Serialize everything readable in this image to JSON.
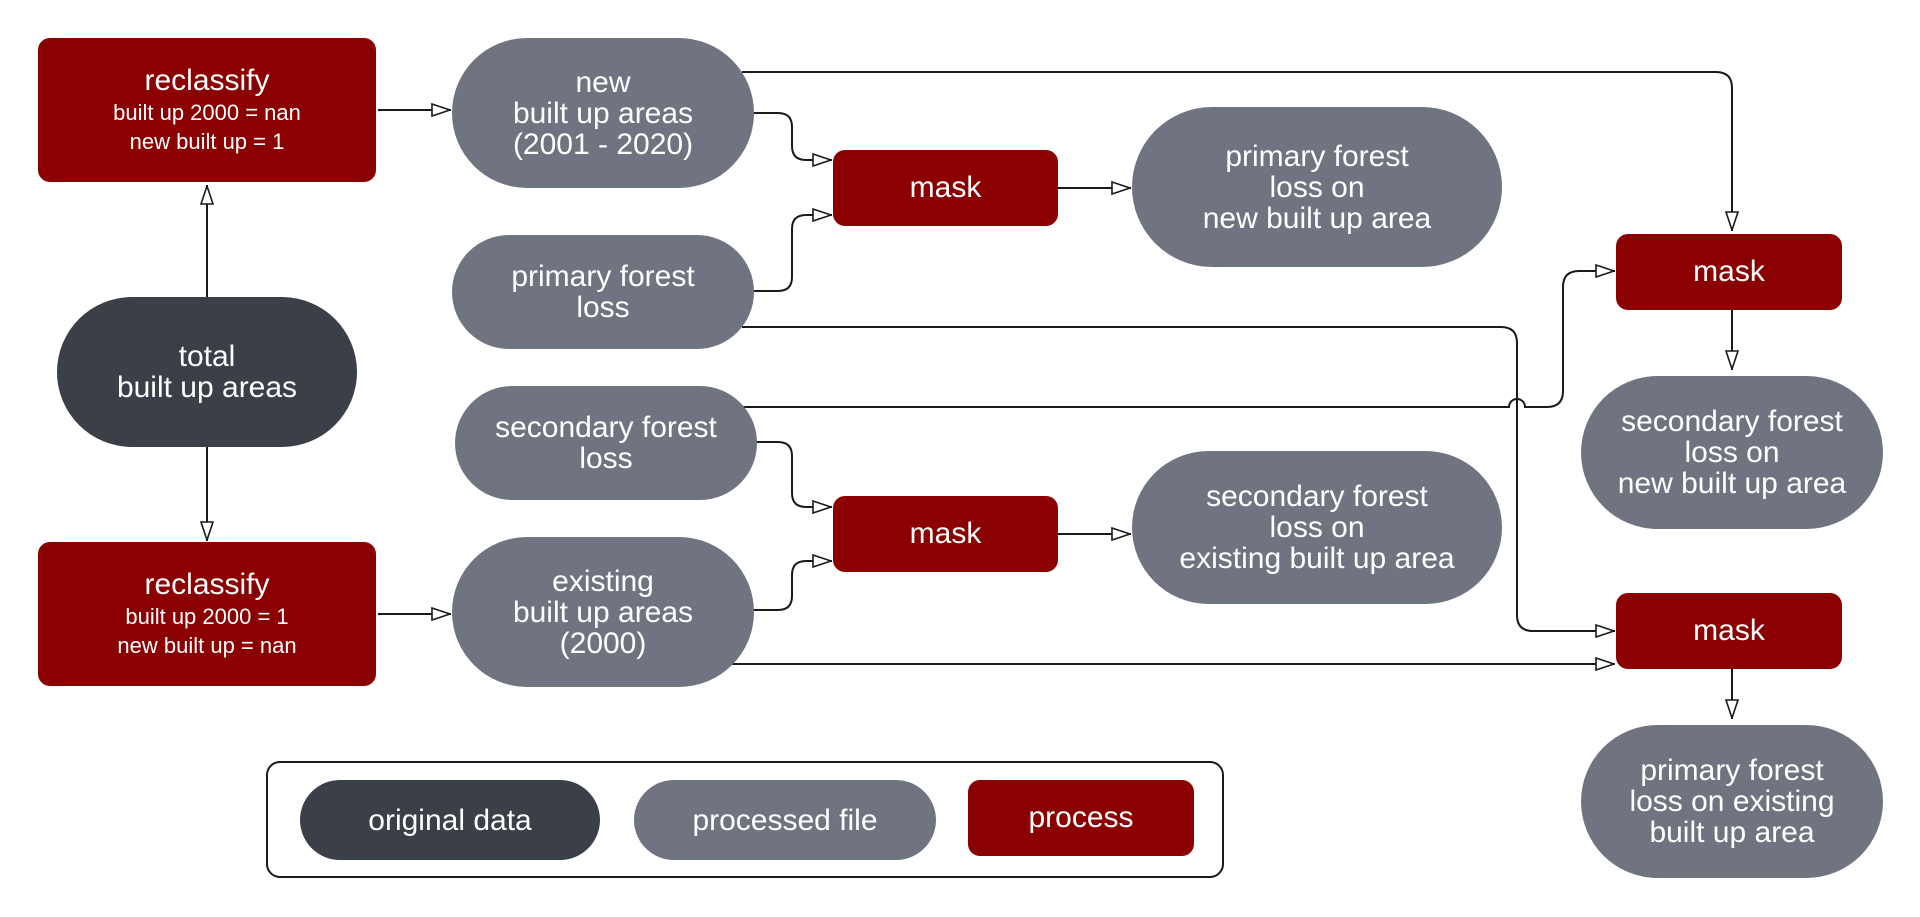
{
  "nodes": {
    "reclassify_top": {
      "title": "reclassify",
      "line1": "built up 2000 = nan",
      "line2": "new built up = 1"
    },
    "reclassify_bottom": {
      "title": "reclassify",
      "line1": "built up 2000 = 1",
      "line2": "new built up = nan"
    },
    "total_built_up": {
      "line1": "total",
      "line2": "built up areas"
    },
    "new_built_up": {
      "line1": "new",
      "line2": "built up areas",
      "line3": "(2001 - 2020)"
    },
    "primary_forest_loss": {
      "line1": "primary forest",
      "line2": "loss"
    },
    "secondary_forest_loss": {
      "line1": "secondary forest",
      "line2": "loss"
    },
    "existing_built_up": {
      "line1": "existing",
      "line2": "built up areas",
      "line3": "(2000)"
    },
    "mask_1": {
      "label": "mask"
    },
    "mask_2": {
      "label": "mask"
    },
    "mask_3": {
      "label": "mask"
    },
    "mask_4": {
      "label": "mask"
    },
    "out_primary_new": {
      "line1": "primary forest",
      "line2": "loss on",
      "line3": "new built up area"
    },
    "out_secondary_existing": {
      "line1": "secondary forest",
      "line2": "loss on",
      "line3": "existing built up area"
    },
    "out_secondary_new": {
      "line1": "secondary forest",
      "line2": "loss on",
      "line3": "new built up area"
    },
    "out_primary_existing": {
      "line1": "primary forest",
      "line2": "loss on existing",
      "line3": "built up area"
    }
  },
  "legend": {
    "original": "original data",
    "processed": "processed file",
    "process": "process"
  },
  "colors": {
    "process": "#8b0000",
    "processed_file": "#6f7480",
    "original_data": "#3a3f48",
    "text": "#ffffff",
    "line": "#1a1a1a"
  }
}
